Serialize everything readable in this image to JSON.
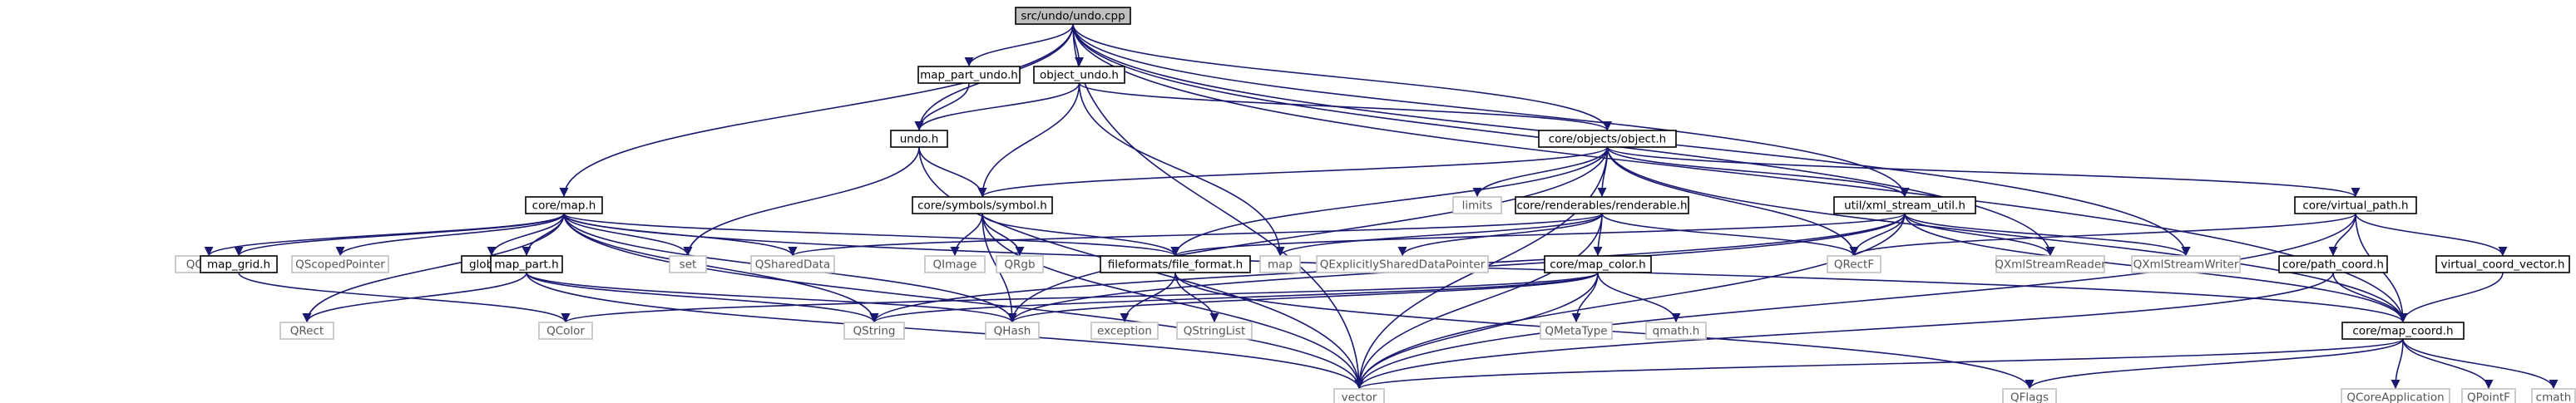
{
  "graph": {
    "colors": {
      "edge": "#191970",
      "root_fill": "#bfbfbf",
      "internal_fill": "#ffffff",
      "internal_stroke": "#000000",
      "external_stroke": "#bfbfbf",
      "external_text": "#555555",
      "text": "#000000"
    },
    "nodes": [
      {
        "id": "undo_cpp",
        "label": "src/undo/undo.cpp",
        "kind": "root"
      },
      {
        "id": "map_part_undo_h",
        "label": "map_part_undo.h",
        "kind": "internal"
      },
      {
        "id": "object_undo_h",
        "label": "object_undo.h",
        "kind": "internal"
      },
      {
        "id": "undo_h",
        "label": "undo.h",
        "kind": "internal"
      },
      {
        "id": "core_objects_object_h",
        "label": "core/objects/object.h",
        "kind": "internal"
      },
      {
        "id": "core_map_h",
        "label": "core/map.h",
        "kind": "internal"
      },
      {
        "id": "core_symbols_symbol_h",
        "label": "core/symbols/symbol.h",
        "kind": "internal"
      },
      {
        "id": "limits",
        "label": "limits",
        "kind": "external"
      },
      {
        "id": "core_renderables_renderable_h",
        "label": "core/renderables/renderable.h",
        "kind": "internal"
      },
      {
        "id": "util_xml_stream_util_h",
        "label": "util/xml_stream_util.h",
        "kind": "internal"
      },
      {
        "id": "core_virtual_path_h",
        "label": "core/virtual_path.h",
        "kind": "internal"
      },
      {
        "id": "QObject",
        "label": "QObject",
        "kind": "external"
      },
      {
        "id": "map_grid_h",
        "label": "map_grid.h",
        "kind": "internal"
      },
      {
        "id": "QScopedPointer",
        "label": "QScopedPointer",
        "kind": "external"
      },
      {
        "id": "global_h",
        "label": "global.h",
        "kind": "internal"
      },
      {
        "id": "map_part_h",
        "label": "map_part.h",
        "kind": "internal"
      },
      {
        "id": "set",
        "label": "set",
        "kind": "external"
      },
      {
        "id": "QSharedData",
        "label": "QSharedData",
        "kind": "external"
      },
      {
        "id": "QImage",
        "label": "QImage",
        "kind": "external"
      },
      {
        "id": "QRgb",
        "label": "QRgb",
        "kind": "external"
      },
      {
        "id": "fileformats_file_format_h",
        "label": "fileformats/file_format.h",
        "kind": "internal"
      },
      {
        "id": "map",
        "label": "map",
        "kind": "external"
      },
      {
        "id": "QExplicitlySharedDataPointer",
        "label": "QExplicitlySharedDataPointer",
        "kind": "external"
      },
      {
        "id": "QRectF",
        "label": "QRectF",
        "kind": "external"
      },
      {
        "id": "QXmlStreamReader",
        "label": "QXmlStreamReader",
        "kind": "external"
      },
      {
        "id": "QXmlStreamWriter",
        "label": "QXmlStreamWriter",
        "kind": "external"
      },
      {
        "id": "core_path_coord_h",
        "label": "core/path_coord.h",
        "kind": "internal"
      },
      {
        "id": "virtual_coord_vector_h",
        "label": "virtual_coord_vector.h",
        "kind": "internal"
      },
      {
        "id": "core_map_color_h",
        "label": "core/map_color.h",
        "kind": "internal"
      },
      {
        "id": "QRect",
        "label": "QRect",
        "kind": "external"
      },
      {
        "id": "QColor",
        "label": "QColor",
        "kind": "external"
      },
      {
        "id": "QString",
        "label": "QString",
        "kind": "external"
      },
      {
        "id": "QHash",
        "label": "QHash",
        "kind": "external"
      },
      {
        "id": "exception",
        "label": "exception",
        "kind": "external"
      },
      {
        "id": "QStringList",
        "label": "QStringList",
        "kind": "external"
      },
      {
        "id": "QMetaType",
        "label": "QMetaType",
        "kind": "external"
      },
      {
        "id": "qmath_h",
        "label": "qmath.h",
        "kind": "external"
      },
      {
        "id": "core_map_coord_h",
        "label": "core/map_coord.h",
        "kind": "internal"
      },
      {
        "id": "vector",
        "label": "vector",
        "kind": "external"
      },
      {
        "id": "QFlags",
        "label": "QFlags",
        "kind": "external"
      },
      {
        "id": "QCoreApplication",
        "label": "QCoreApplication",
        "kind": "external"
      },
      {
        "id": "QPointF",
        "label": "QPointF",
        "kind": "external"
      },
      {
        "id": "cmath",
        "label": "cmath",
        "kind": "external"
      }
    ],
    "edges": [
      [
        "undo_cpp",
        "map_part_undo_h"
      ],
      [
        "undo_cpp",
        "object_undo_h"
      ],
      [
        "undo_cpp",
        "undo_h"
      ],
      [
        "undo_cpp",
        "core_map_h"
      ],
      [
        "undo_cpp",
        "vector"
      ],
      [
        "undo_cpp",
        "core_objects_object_h"
      ],
      [
        "undo_cpp",
        "util_xml_stream_util_h"
      ],
      [
        "undo_cpp",
        "QXmlStreamReader"
      ],
      [
        "undo_cpp",
        "QXmlStreamWriter"
      ],
      [
        "undo_cpp",
        "core_map_coord_h"
      ],
      [
        "map_part_undo_h",
        "undo_h"
      ],
      [
        "object_undo_h",
        "undo_h"
      ],
      [
        "object_undo_h",
        "core_objects_object_h"
      ],
      [
        "object_undo_h",
        "core_symbols_symbol_h"
      ],
      [
        "object_undo_h",
        "map"
      ],
      [
        "undo_h",
        "core_symbols_symbol_h"
      ],
      [
        "undo_h",
        "set"
      ],
      [
        "undo_h",
        "vector"
      ],
      [
        "core_objects_object_h",
        "core_symbols_symbol_h"
      ],
      [
        "core_objects_object_h",
        "limits"
      ],
      [
        "core_objects_object_h",
        "core_renderables_renderable_h"
      ],
      [
        "core_objects_object_h",
        "util_xml_stream_util_h"
      ],
      [
        "core_objects_object_h",
        "core_virtual_path_h"
      ],
      [
        "core_objects_object_h",
        "fileformats_file_format_h"
      ],
      [
        "core_objects_object_h",
        "QRectF"
      ],
      [
        "core_objects_object_h",
        "QHash"
      ],
      [
        "core_objects_object_h",
        "vector"
      ],
      [
        "core_objects_object_h",
        "core_map_coord_h"
      ],
      [
        "core_map_h",
        "QObject"
      ],
      [
        "core_map_h",
        "map_grid_h"
      ],
      [
        "core_map_h",
        "QScopedPointer"
      ],
      [
        "core_map_h",
        "global_h"
      ],
      [
        "core_map_h",
        "map_part_h"
      ],
      [
        "core_map_h",
        "set"
      ],
      [
        "core_map_h",
        "QSharedData"
      ],
      [
        "core_map_h",
        "QRect"
      ],
      [
        "core_map_h",
        "QString"
      ],
      [
        "core_map_h",
        "QHash"
      ],
      [
        "core_map_h",
        "vector"
      ],
      [
        "core_map_h",
        "fileformats_file_format_h"
      ],
      [
        "core_map_h",
        "core_map_coord_h"
      ],
      [
        "core_symbols_symbol_h",
        "QImage"
      ],
      [
        "core_symbols_symbol_h",
        "QRgb"
      ],
      [
        "core_symbols_symbol_h",
        "fileformats_file_format_h"
      ],
      [
        "core_symbols_symbol_h",
        "QHash"
      ],
      [
        "core_symbols_symbol_h",
        "vector"
      ],
      [
        "core_renderables_renderable_h",
        "QSharedData"
      ],
      [
        "core_renderables_renderable_h",
        "QExplicitlySharedDataPointer"
      ],
      [
        "core_renderables_renderable_h",
        "core_map_color_h"
      ],
      [
        "core_renderables_renderable_h",
        "QRectF"
      ],
      [
        "core_renderables_renderable_h",
        "vector"
      ],
      [
        "core_renderables_renderable_h",
        "map"
      ],
      [
        "util_xml_stream_util_h",
        "QRectF"
      ],
      [
        "util_xml_stream_util_h",
        "QXmlStreamReader"
      ],
      [
        "util_xml_stream_util_h",
        "QXmlStreamWriter"
      ],
      [
        "util_xml_stream_util_h",
        "fileformats_file_format_h"
      ],
      [
        "util_xml_stream_util_h",
        "QHash"
      ],
      [
        "util_xml_stream_util_h",
        "QString"
      ],
      [
        "util_xml_stream_util_h",
        "vector"
      ],
      [
        "util_xml_stream_util_h",
        "core_map_coord_h"
      ],
      [
        "core_virtual_path_h",
        "core_path_coord_h"
      ],
      [
        "core_virtual_path_h",
        "virtual_coord_vector_h"
      ],
      [
        "core_virtual_path_h",
        "QRectF"
      ],
      [
        "core_virtual_path_h",
        "core_map_coord_h"
      ],
      [
        "core_virtual_path_h",
        "vector"
      ],
      [
        "map_grid_h",
        "QColor"
      ],
      [
        "map_part_h",
        "QRect"
      ],
      [
        "map_part_h",
        "QString"
      ],
      [
        "map_part_h",
        "QHash"
      ],
      [
        "map_part_h",
        "vector"
      ],
      [
        "fileformats_file_format_h",
        "exception"
      ],
      [
        "fileformats_file_format_h",
        "QStringList"
      ],
      [
        "fileformats_file_format_h",
        "QFlags"
      ],
      [
        "core_path_coord_h",
        "vector"
      ],
      [
        "core_path_coord_h",
        "core_map_coord_h"
      ],
      [
        "virtual_coord_vector_h",
        "core_map_coord_h"
      ],
      [
        "core_map_color_h",
        "QColor"
      ],
      [
        "core_map_color_h",
        "QString"
      ],
      [
        "core_map_color_h",
        "QHash"
      ],
      [
        "core_map_color_h",
        "QMetaType"
      ],
      [
        "core_map_color_h",
        "qmath_h"
      ],
      [
        "core_map_color_h",
        "vector"
      ],
      [
        "core_map_coord_h",
        "vector"
      ],
      [
        "core_map_coord_h",
        "QFlags"
      ],
      [
        "core_map_coord_h",
        "QCoreApplication"
      ],
      [
        "core_map_coord_h",
        "QPointF"
      ],
      [
        "core_map_coord_h",
        "cmath"
      ]
    ]
  }
}
